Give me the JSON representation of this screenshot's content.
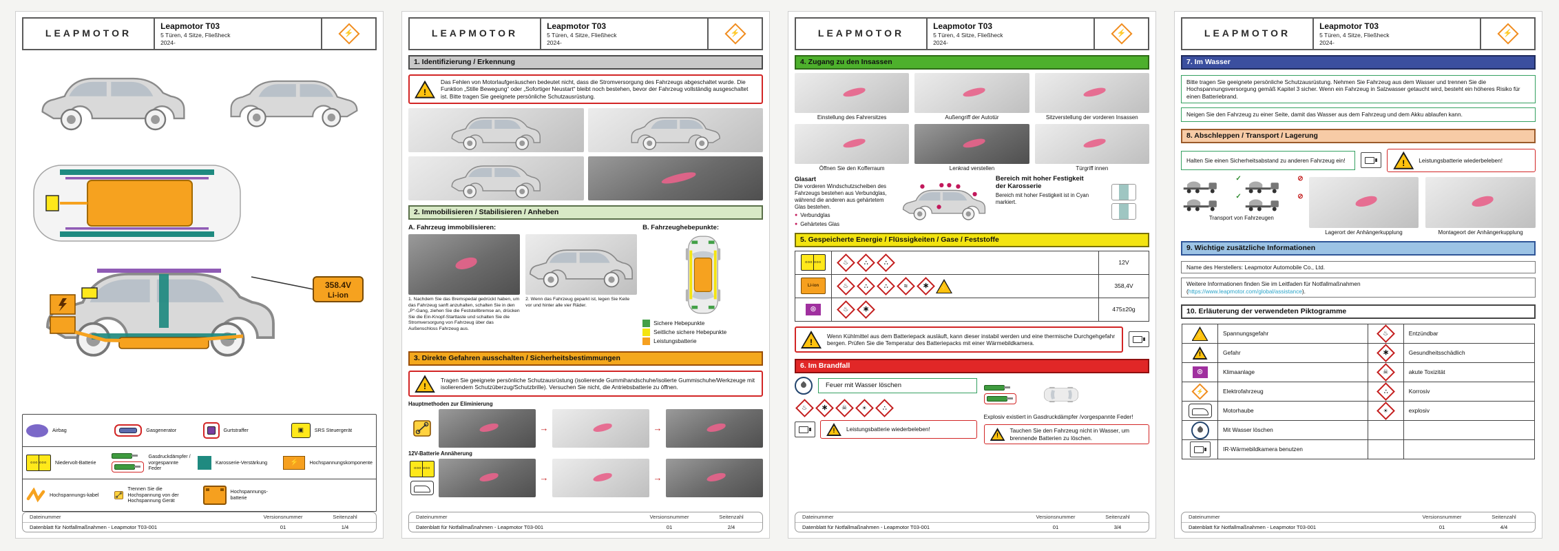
{
  "header": {
    "brand": "LEAPMOTOR",
    "model": "Leapmotor T03",
    "subtitle": "5 Türen, 4 Sitze, Fließheck",
    "year": "2024-"
  },
  "footer": {
    "file_label": "Dateinummer",
    "version_label": "Versionsnummer",
    "page_label": "Seitenzahl",
    "file": "Datenblatt für Notfallmaßnahmen - Leapmotor T03-001",
    "version": "01",
    "pages": [
      "1/4",
      "2/4",
      "3/4",
      "4/4"
    ]
  },
  "p1": {
    "battery_voltage": "358.4V",
    "battery_chem": "Li-ion",
    "legend": [
      "Airbag",
      "Gasgenerator",
      "Gurtstraffer",
      "SRS Steuergerät",
      "Niedervolt-Batterie",
      "Gasdruckdämpfer / vorgespannte Feder",
      "Karosserie-Verstärkung",
      "Hochspannungskomponente",
      "Hochspannungs-kabel",
      "Trennen Sie die Hochspannung von der Hochspannung Gerät",
      "Hochspannungs-batterie"
    ]
  },
  "p2": {
    "s1": "1. Identifizierung / Erkennung",
    "warning1": "Das Fehlen von Motorlaufgeräuschen bedeutet nicht, dass die Stromversorgung des Fahrzeugs abgeschaltet wurde. Die Funktion „Stille Bewegung“ oder „Sofortiger Neustart“ bleibt noch bestehen, bevor der Fahrzeug vollständig ausgeschaltet ist. Bitte tragen Sie geeignete persönliche Schutzausrüstung.",
    "s2": "2. Immobilisieren / Stabilisieren / Anheben",
    "a_title": "A. Fahrzeug immobilisieren:",
    "b_title": "B. Fahrzeughebepunkte:",
    "step1": "1. Nachdem Sie das Bremspedal gedrückt haben, um das Fahrzeug sanft anzuhalten, schalten Sie in den „P“-Gang, ziehen Sie die Feststellbremse an, drücken Sie die Ein-Knopf-Starttaste und schalten Sie die Stromversorgung von Fahrzeug über das Außenschloss Fahrzeug aus.",
    "step2": "2. Wenn das Fahrzeug geparkt ist, legen Sie Keile vor und hinter alle vier Räder.",
    "lift": [
      "Sichere Hebepunkte",
      "Seitliche sichere Hebepunkte",
      "Leistungsbatterie"
    ],
    "lift_colors": [
      "#43a047",
      "#f4e411",
      "#f6a01f"
    ],
    "s3": "3. Direkte Gefahren ausschalten / Sicherheitsbestimmungen",
    "warning3": "Tragen Sie geeignete persönliche Schutzausrüstung (isolierende Gummihandschuhe/isolierte Gummischuhe/Werkzeuge mit isolierendem Schutzüberzug/Schutzbrille). Versuchen Sie nicht, die Antriebsbatterie zu öffnen.",
    "method1": "Hauptmethoden zur Eliminierung",
    "method2": "12V-Batterie Annäherung"
  },
  "p3": {
    "s4": "4. Zugang zu den Insassen",
    "captions": [
      "Einstellung des Fahrersitzes",
      "Außengriff der Autotür",
      "Sitzverstellung der vorderen Insassen",
      "Öffnen Sie den Kofferraum",
      "Lenkrad verstellen",
      "Türgriff innen"
    ],
    "glas_title": "Glasart",
    "glas_text": "Die vorderen Windschutzscheiben des Fahrzeugs bestehen aus Verbundglas, während die anderen aus gehärtetem Glas bestehen.",
    "glas1": "Verbundglas",
    "glas2": "Gehärtetes Glas",
    "body_title": "Bereich mit hoher Festigkeit der Karosserie",
    "body_text": "Bereich mit hoher Festigkeit ist in Cyan markiert.",
    "s5": "5. Gespeicherte Energie / Flüssigkeiten / Gase / Feststoffe",
    "energy": [
      {
        "icon": "12v-battery",
        "value": "12V"
      },
      {
        "icon": "li-ion-battery",
        "chem": "Li-ion",
        "value": "358,4V"
      },
      {
        "icon": "ac-refrigerant",
        "value": "475±20g"
      }
    ],
    "coolant": "Wenn Kühlmittel aus dem Batteriepack ausläuft, kann dieser instabil werden und eine thermische Durchgehgefahr bergen. Prüfen Sie die Temperatur des Batteriepacks mit einer Wärmebildkamera.",
    "s6": "6. Im Brandfall",
    "fire": "Feuer mit Wasser löschen",
    "explosive": "Explosiv existiert in Gasdruckdämpfer /vorgespannte Feder!",
    "revive": "Leistungsbatterie wiederbeleben!",
    "no_water": "Tauchen Sie den Fahrzeug nicht in Wasser, um brennende Batterien zu löschen."
  },
  "p4": {
    "s7": "7. Im Wasser",
    "water1": "Bitte tragen Sie geeignete persönliche Schutzausrüstung. Nehmen Sie Fahrzeug aus dem Wasser und trennen Sie die Hochspannungsversorgung gemäß Kapitel 3 sicher. Wenn ein Fahrzeug in Salzwasser getaucht wird, besteht ein höheres Risiko für einen Batteriebrand.",
    "water2": "Neigen Sie den Fahrzeug zu einer Seite, damit das Wasser aus dem Fahrzeug und dem Akku ablaufen kann.",
    "s8": "8. Abschleppen / Transport / Lagerung",
    "distance": "Halten Sie einen Sicherheitsabstand zu anderen Fahrzeug ein!",
    "revive": "Leistungsbatterie wiederbeleben!",
    "captions": [
      "Transport von Fahrzeugen",
      "Lagerort der Anhängerkupplung",
      "Montageort der Anhängerkupplung"
    ],
    "s9": "9. Wichtige zusätzliche Informationen",
    "manufacturer": "Name des Herstellers: Leapmotor Automobile Co., Ltd.",
    "info": "Weitere Informationen finden Sie im Leitfaden für Notfallmaßnahmen",
    "link_open": "(",
    "link_url": "https://www.leapmotor.com/global/assistance",
    "link_close": ").",
    "s10": "10.  Erläuterung der verwendeten Piktogramme",
    "picto_left": [
      "Spannungsgefahr",
      "Gefahr",
      "Klimaanlage",
      "Elektrofahrzeug",
      "Motorhaube",
      "Mit Wasser löschen",
      "IR-Wärmebildkamera benutzen"
    ],
    "picto_right": [
      "Entzündbar",
      "Gesundheitsschädlich",
      "akute Toxizität",
      "Korrosiv",
      "explosiv",
      "",
      ""
    ]
  }
}
